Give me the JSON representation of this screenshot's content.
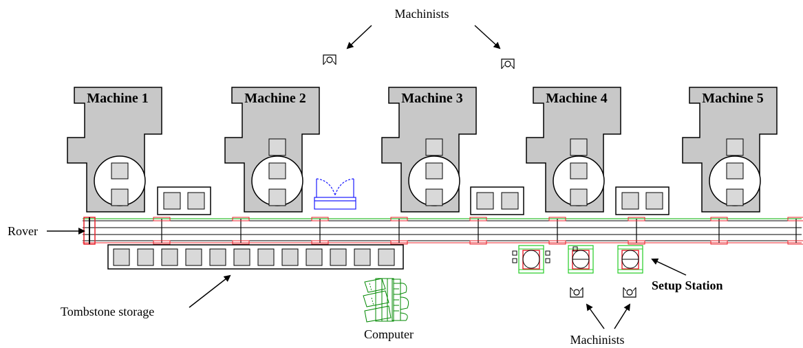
{
  "labels": {
    "machinists_top": "Machinists",
    "machinists_bottom": "Machinists",
    "rover": "Rover",
    "tombstone_storage": "Tombstone storage",
    "computer": "Computer",
    "setup_station": "Setup Station"
  },
  "machines": [
    {
      "label": "Machine 1"
    },
    {
      "label": "Machine 2"
    },
    {
      "label": "Machine 3"
    },
    {
      "label": "Machine 4"
    },
    {
      "label": "Machine 5"
    }
  ],
  "colors": {
    "machine_fill": "#c8c8c8",
    "slot_fill": "#d9d9d9",
    "rail_red": "#e8202a",
    "rail_green": "#00b000",
    "computer_green": "#008800",
    "station_green": "#22cc22",
    "buffer_blue": "#1a1aff"
  }
}
